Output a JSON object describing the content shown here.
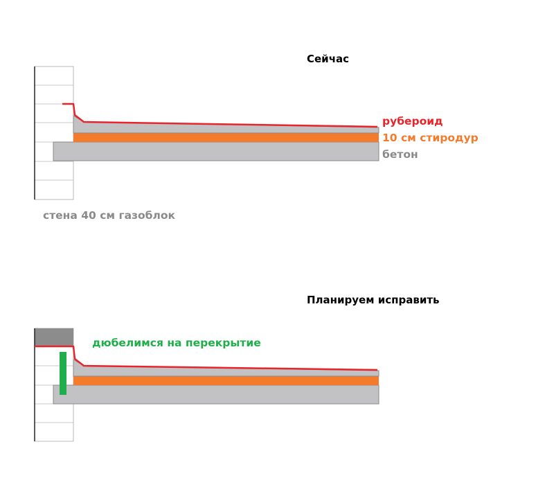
{
  "colors": {
    "membrane": "#e8242c",
    "insulation": "#f47a2c",
    "concrete": "#c2c2c4",
    "concrete_stroke": "#8a8a8a",
    "wall_line": "#b9b9b9",
    "wall_outline": "#222222",
    "parapet": "#8c8c8c",
    "dowel": "#1fae4b",
    "label_gray": "#8a8a8a"
  },
  "diagram_top": {
    "title": "Сейчас",
    "label_membrane": "рубероид",
    "label_insulation": "10 см стиродур",
    "label_concrete": "бетон",
    "label_wall": "стена 40 см газоблок"
  },
  "diagram_bottom": {
    "title": "Планируем исправить",
    "label_dowel": "дюбелимся на перекрытие"
  }
}
